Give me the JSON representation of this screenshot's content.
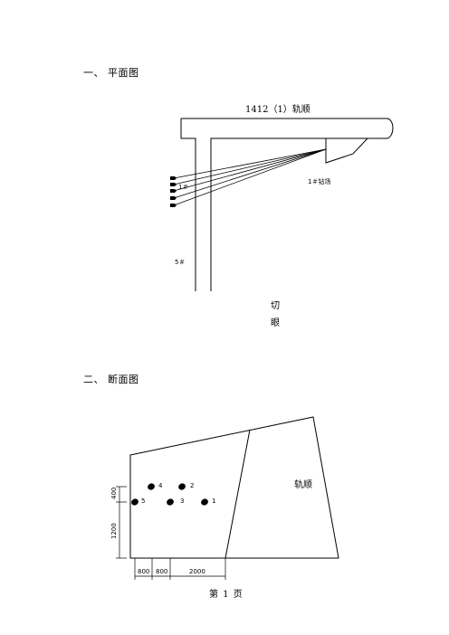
{
  "section1": {
    "heading": "一、 平面图",
    "roadway_label": "1412（1）轨顺",
    "drill_site_label": "1＃钻场",
    "hole1_label": "1＃",
    "hole5_label": "5＃",
    "cut_eye_label_1": "切",
    "cut_eye_label_2": "眼"
  },
  "section2": {
    "heading": "二、 断面图",
    "roadway_label": "轨顺",
    "holes": [
      {
        "label": "4"
      },
      {
        "label": "2"
      },
      {
        "label": "5"
      },
      {
        "label": "3"
      },
      {
        "label": "1"
      }
    ],
    "dim_vertical_top": "400",
    "dim_vertical_bottom": "1200",
    "dim_horizontal": [
      "800",
      "800",
      "2000"
    ]
  },
  "footer": {
    "page_label": "第 1 页"
  }
}
